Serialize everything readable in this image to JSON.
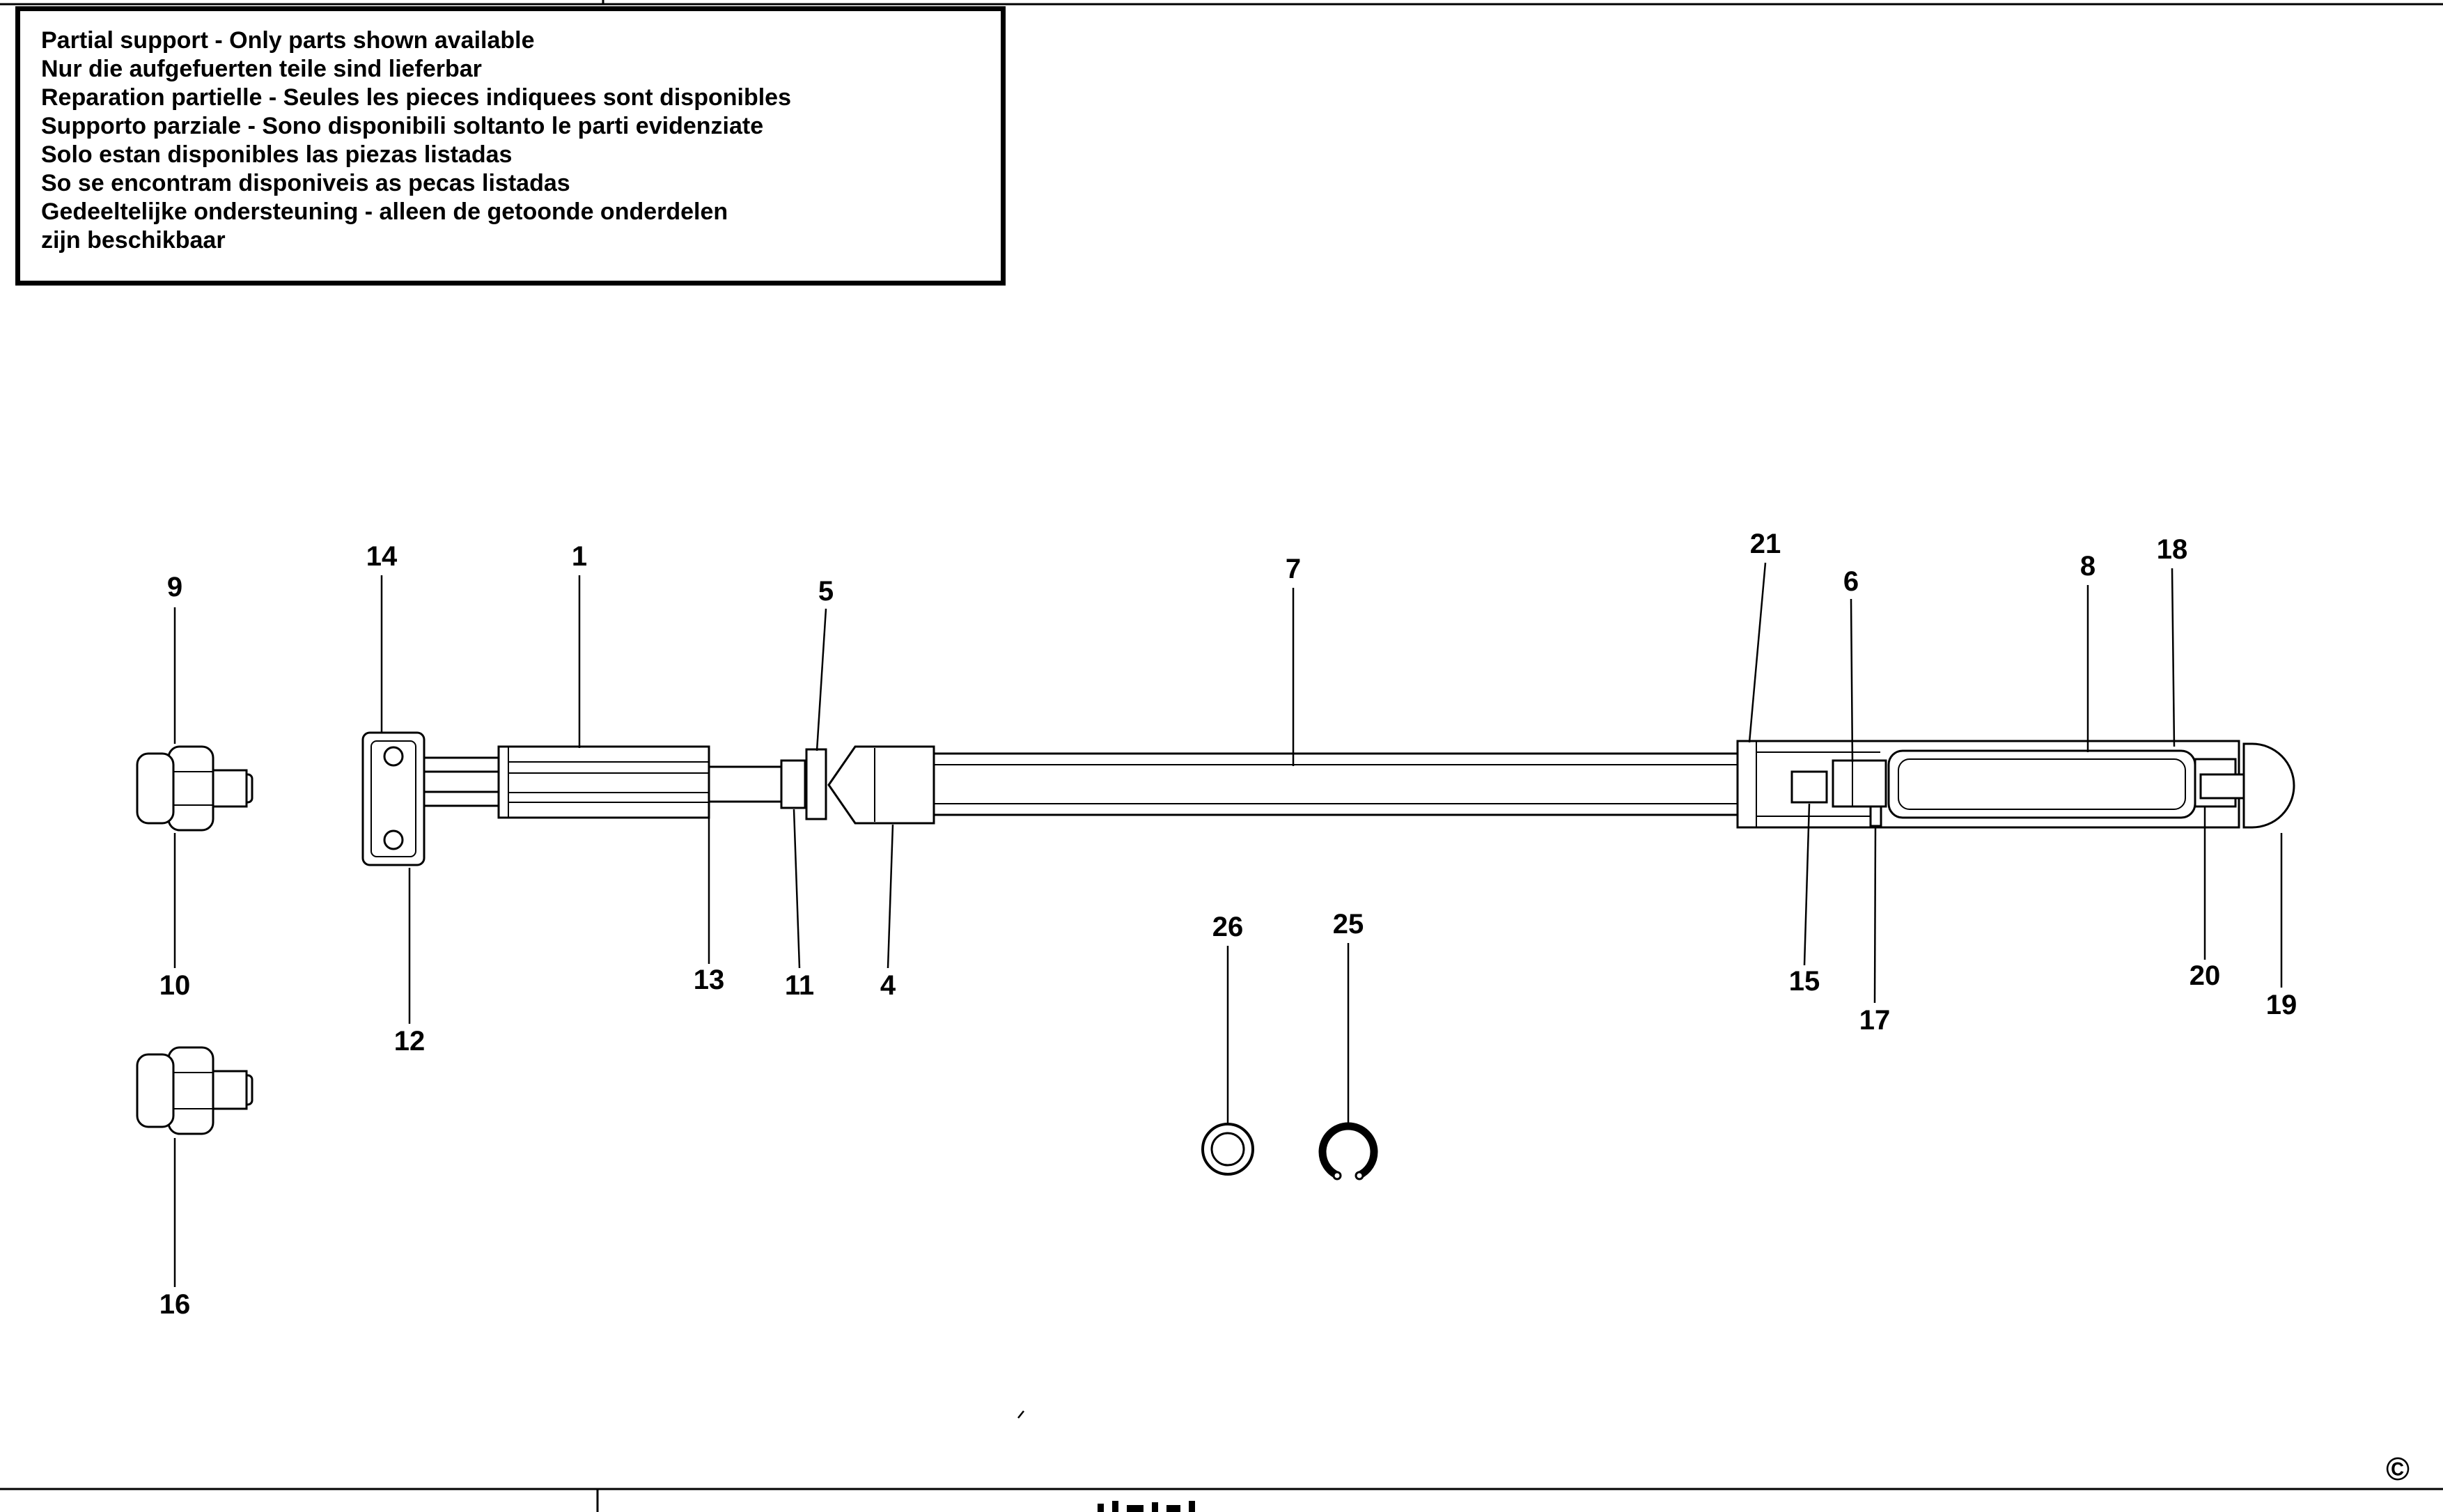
{
  "notice_box": {
    "lines": [
      "Partial support - Only parts shown available",
      "Nur die aufgefuerten teile sind lieferbar",
      "Reparation partielle - Seules les pieces indiquees sont disponibles",
      "Supporto parziale - Sono disponibili soltanto le parti evidenziate",
      "Solo estan disponibles las piezas listadas",
      "So se encontram disponiveis as pecas listadas",
      "Gedeeltelijke ondersteuning - alleen de getoonde onderdelen",
      "zijn beschikbaar"
    ]
  },
  "diagram": {
    "type": "exploded-parts-diagram",
    "part_labels": [
      "9",
      "10",
      "16",
      "14",
      "12",
      "1",
      "13",
      "11",
      "5",
      "4",
      "7",
      "26",
      "25",
      "21",
      "6",
      "15",
      "17",
      "8",
      "18",
      "20",
      "19"
    ]
  },
  "footer": {
    "copyright_symbol": "©"
  },
  "colors": {
    "line": "#000000",
    "background": "#ffffff"
  }
}
